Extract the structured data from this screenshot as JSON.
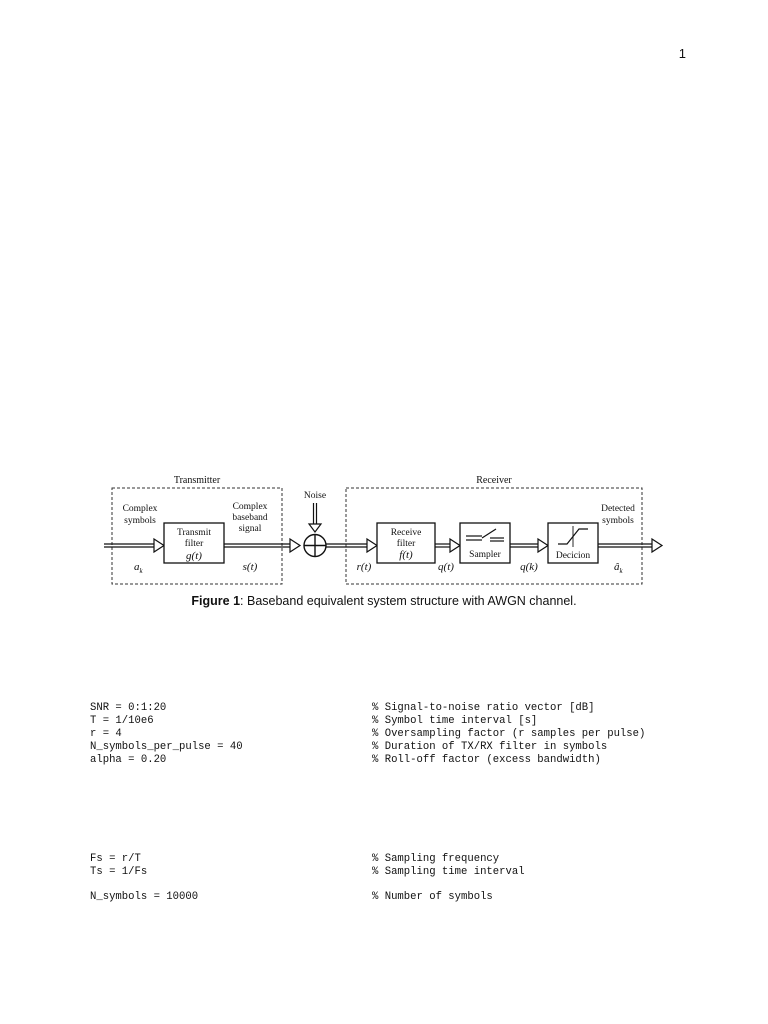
{
  "page": {
    "number": "1"
  },
  "figure": {
    "transmitter_title": "Transmitter",
    "receiver_title": "Receiver",
    "noise_label": "Noise",
    "complex_symbols": [
      "Complex",
      "symbols"
    ],
    "transmit_filter": [
      "Transmit",
      "filter",
      "g(t)"
    ],
    "baseband_signal": [
      "Complex",
      "baseband",
      "signal"
    ],
    "receive_filter": [
      "Receive",
      "filter",
      "f(t)"
    ],
    "sampler_label": "Sampler",
    "decision_label": "Decicion",
    "detected_symbols": [
      "Detected",
      "symbols"
    ],
    "signals": {
      "a_k": "a",
      "a_k_sub": "k",
      "s_t": "s(t)",
      "r_t": "r(t)",
      "q_t": "q(t)",
      "q_k": "q(k)",
      "a_hat": "â",
      "a_hat_sub": "k"
    },
    "caption_label": "Figure 1",
    "caption_text": ": Baseband equivalent system structure with AWGN channel."
  },
  "code_block_1": [
    {
      "stmt": "SNR = 0:1:20",
      "comment": "% Signal-to-noise ratio vector [dB]"
    },
    {
      "stmt": "T = 1/10e6",
      "comment": "% Symbol time interval [s]"
    },
    {
      "stmt": "r = 4",
      "comment": "% Oversampling factor (r samples per pulse)"
    },
    {
      "stmt": "N_symbols_per_pulse = 40",
      "comment": "% Duration of TX/RX filter in symbols"
    },
    {
      "stmt": "alpha = 0.20",
      "comment": "% Roll-off factor (excess bandwidth)"
    }
  ],
  "code_block_2": [
    {
      "stmt": "Fs = r/T",
      "comment": "% Sampling frequency"
    },
    {
      "stmt": "Ts = 1/Fs",
      "comment": "% Sampling time interval"
    }
  ],
  "code_block_3": [
    {
      "stmt": "N_symbols = 10000",
      "comment": "% Number of symbols"
    }
  ]
}
